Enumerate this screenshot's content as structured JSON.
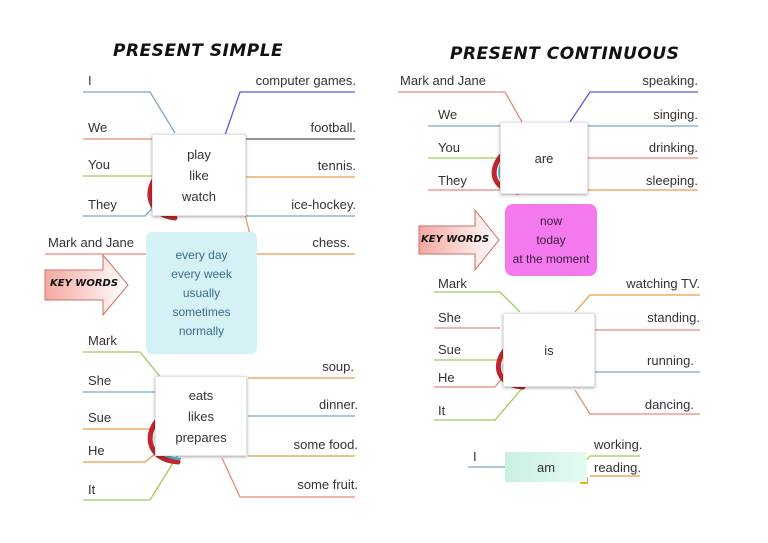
{
  "present_simple": {
    "title": "PRESENT SIMPLE",
    "subjects_top": [
      "I",
      "We",
      "You",
      "They",
      "Mark and Jane"
    ],
    "verbs_top": [
      "play",
      "like",
      "watch"
    ],
    "objects_top": [
      "computer games.",
      "football.",
      "tennis.",
      "ice-hockey.",
      "chess."
    ],
    "key_words_label": "KEY WORDS",
    "key_words": [
      "every day",
      "every week",
      "usually",
      "sometimes",
      "normally"
    ],
    "subjects_bottom": [
      "Mark",
      "She",
      "Sue",
      "He",
      "It"
    ],
    "verbs_bottom": [
      "eats",
      "likes",
      "prepares"
    ],
    "objects_bottom": [
      "soup.",
      "dinner.",
      "some food.",
      "some fruit."
    ]
  },
  "present_continuous": {
    "title": "PRESENT CONTINUOUS",
    "subjects_are": [
      "Mark and Jane",
      "We",
      "You",
      "They"
    ],
    "aux_are": "are",
    "verbs_are": [
      "speaking.",
      "singing.",
      "drinking.",
      "sleeping."
    ],
    "key_words_label": "KEY WORDS",
    "key_words": [
      "now",
      "today",
      "at the moment"
    ],
    "subjects_is": [
      "Mark",
      "She",
      "Sue",
      "He",
      "It"
    ],
    "aux_is": "is",
    "verbs_is": [
      "watching TV.",
      "standing.",
      "running.",
      "dancing."
    ],
    "subject_am": "I",
    "aux_am": "am",
    "verbs_am": [
      "working.",
      "reading."
    ]
  },
  "colors": {
    "key_words_simple_bg": "#d4f2f6",
    "key_words_continuous_bg": "#f579ee",
    "curl_red": "#c0262d",
    "curl_blue": "#4fb4d8"
  }
}
